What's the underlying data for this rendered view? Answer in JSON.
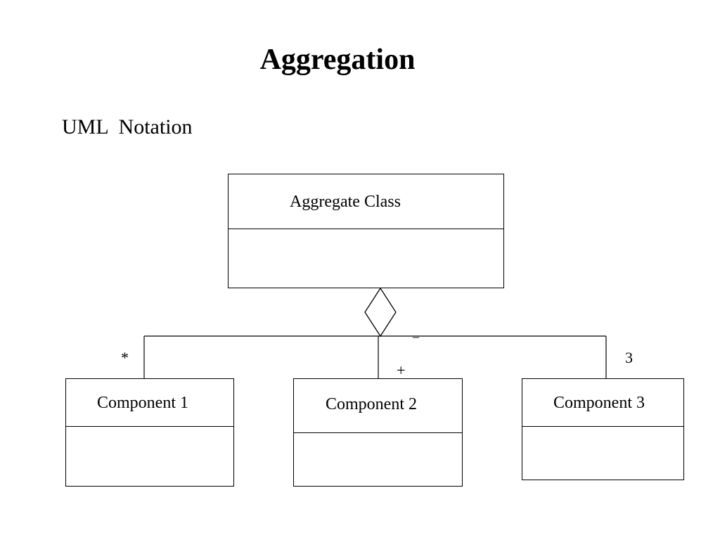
{
  "title": "Aggregation",
  "subtitle": "UML  Notation",
  "aggregate": {
    "name": "Aggregate Class"
  },
  "components": [
    {
      "name": "Component 1",
      "multiplicity": "*"
    },
    {
      "name": "Component 2",
      "multiplicity": "+"
    },
    {
      "name": "Component 3",
      "multiplicity": "3"
    }
  ],
  "diamond_label": "_",
  "colors": {
    "line": "#000000",
    "background": "#ffffff"
  }
}
